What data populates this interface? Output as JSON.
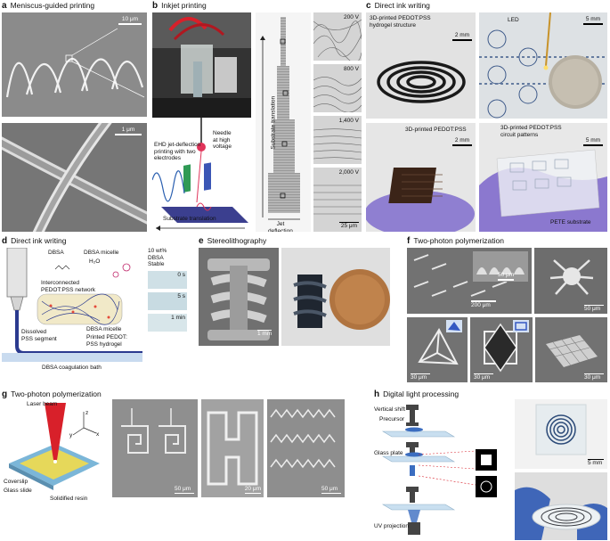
{
  "panels": {
    "a": {
      "letter": "a",
      "title": "Meniscus-guided printing",
      "scale_top": "10 μm",
      "scale_bottom": "1 μm"
    },
    "b": {
      "letter": "b",
      "title": "Inkjet printing",
      "labels": {
        "needle": "Needle\nat high\nvoltage",
        "ehd": "EHD jet-deflection\nprinting with two\nelectrodes",
        "substrate_translation_bottom": "Substrate translation",
        "substrate_translation_side": "Substrate translation",
        "jet_deflection": "Jet\ndeflection"
      },
      "voltages": [
        "200 V",
        "800 V",
        "1,400 V",
        "2,000 V"
      ],
      "scale": "25 μm"
    },
    "c": {
      "letter": "c",
      "title": "Direct ink writing",
      "labels": {
        "hydrogel": "3D-printed PEDOT:PSS\nhydrogel structure",
        "led": "LED",
        "pedot": "3D-printed PEDOT:PSS",
        "circuit": "3D-printed PEDOT:PSS\ncircuit patterns",
        "pete": "PETE substrate"
      },
      "scales": [
        "2 mm",
        "5 mm",
        "2 mm",
        "5 mm"
      ]
    },
    "d": {
      "letter": "d",
      "title": "Direct ink writing",
      "labels": {
        "dbsa": "DBSA",
        "h2o": "H₂O",
        "micelle": "DBSA micelle",
        "network": "Interconnected\nPEDOT:PSS network",
        "dissolved": "Dissolved\nPSS segment",
        "micelle2": "DBSA micelle",
        "printed": "Printed PEDOT:\nPSS hydrogel",
        "bath": "DBSA coagulation bath",
        "wt": "10 wt%\nDBSA\nStable"
      },
      "times": [
        "0 s",
        "5 s",
        "1 min"
      ]
    },
    "e": {
      "letter": "e",
      "title": "Stereolithography",
      "scale": "1 mm"
    },
    "f": {
      "letter": "f",
      "title": "Two-photon polymerization",
      "scales": [
        "50 μm",
        "200 μm",
        "50 μm",
        "30 μm",
        "30 μm",
        "30 μm"
      ]
    },
    "g": {
      "letter": "g",
      "title": "Two-photon polymerization",
      "labels": {
        "laser": "Laser beam",
        "coverslip": "Coverslip",
        "glass": "Glass slide",
        "resin": "Solidified resin",
        "axis_z": "z",
        "axis_y": "y",
        "axis_x": "x"
      },
      "scales": [
        "50 μm",
        "20 μm",
        "50 μm"
      ]
    },
    "h": {
      "letter": "h",
      "title": "Digital light processing",
      "labels": {
        "vshift": "Vertical shift",
        "precursor": "Precursor",
        "glass": "Glass plate",
        "uv": "UV projection"
      },
      "scale": "5 mm"
    }
  },
  "colors": {
    "accent_red": "#d8202a",
    "pedot_blue": "#2b3a8f",
    "sem_gray": "#8a8a8a"
  }
}
